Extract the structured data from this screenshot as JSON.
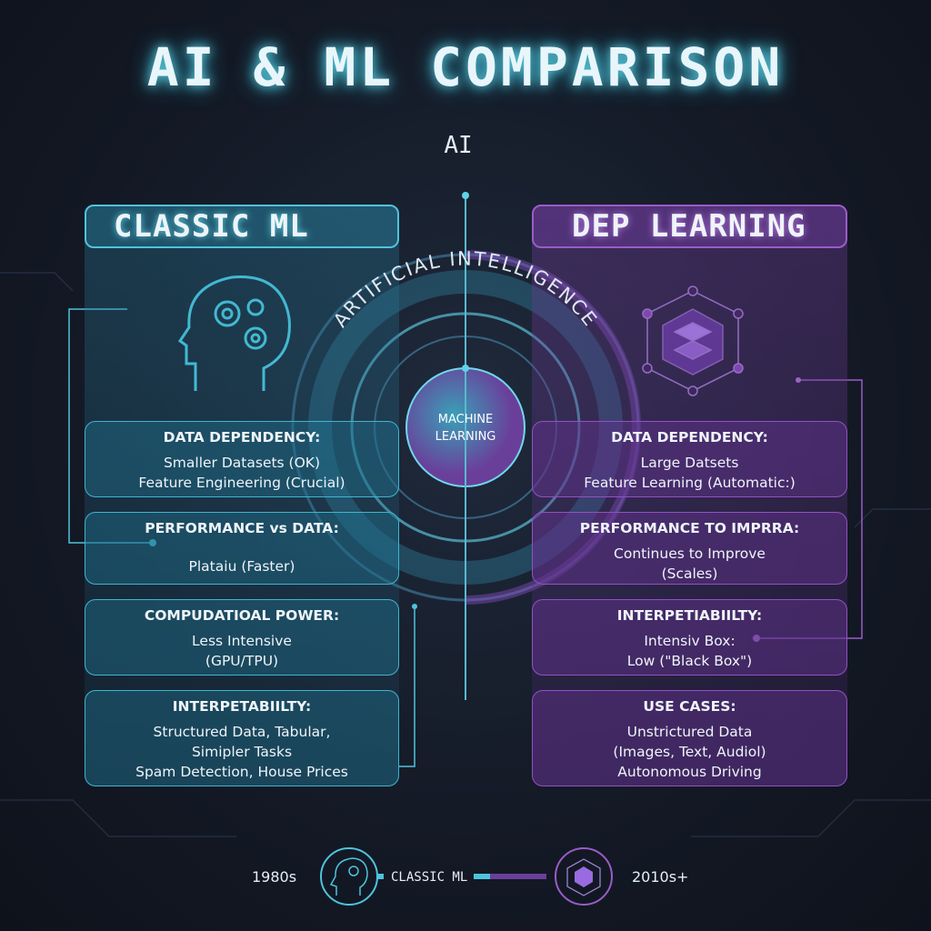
{
  "title": "AI & ML COMPARISON",
  "top_label": "AI",
  "center": {
    "outer_ring_label": "ARTIFICIAL INTELLIGENCE",
    "inner_line1": "MACHINE",
    "inner_line2": "LEARNING"
  },
  "left": {
    "heading": "CLASSIC ML",
    "icon": "head-gears-icon",
    "accent": "#4fc3dc",
    "cards": [
      {
        "title": "DATA DEPENDENCY:",
        "lines": [
          "Smaller Datasets (OK)",
          "Feature Engineering (Crucial)"
        ]
      },
      {
        "title": "PERFORMANCE vs DATA:",
        "lines": [
          "Plataiu (Faster)"
        ]
      },
      {
        "title": "COMPUDATIOAL POWER:",
        "lines": [
          "Less Intensive",
          "(GPU/TPU)"
        ]
      },
      {
        "title": "INTERPETABIILTY:",
        "lines": [
          "Structured Data, Tabular,",
          "Simipler Tasks",
          "Spam Detection, House Prices"
        ]
      }
    ]
  },
  "right": {
    "heading": "DEP LEARNING",
    "icon": "neural-network-cube-icon",
    "accent": "#9a5cc8",
    "cards": [
      {
        "title": "DATA DEPENDENCY:",
        "lines": [
          "Large Datsets",
          "Feature Learning (Automatic:)"
        ]
      },
      {
        "title": "PERFORMANCE TO IMPRRA:",
        "lines": [
          "Continues to Improve",
          "(Scales)"
        ]
      },
      {
        "title": "INTERPETIABIILTY:",
        "lines": [
          "Intensiv Box:",
          "Low (\"Black Box\")"
        ]
      },
      {
        "title": "USE CASES:",
        "lines": [
          "Unstrictured Data",
          "(Images, Text, Audiol)",
          "Autonomous Driving"
        ]
      }
    ]
  },
  "timeline": {
    "start": "1980s",
    "label": "CLASSIC ML",
    "end": "2010s+"
  }
}
